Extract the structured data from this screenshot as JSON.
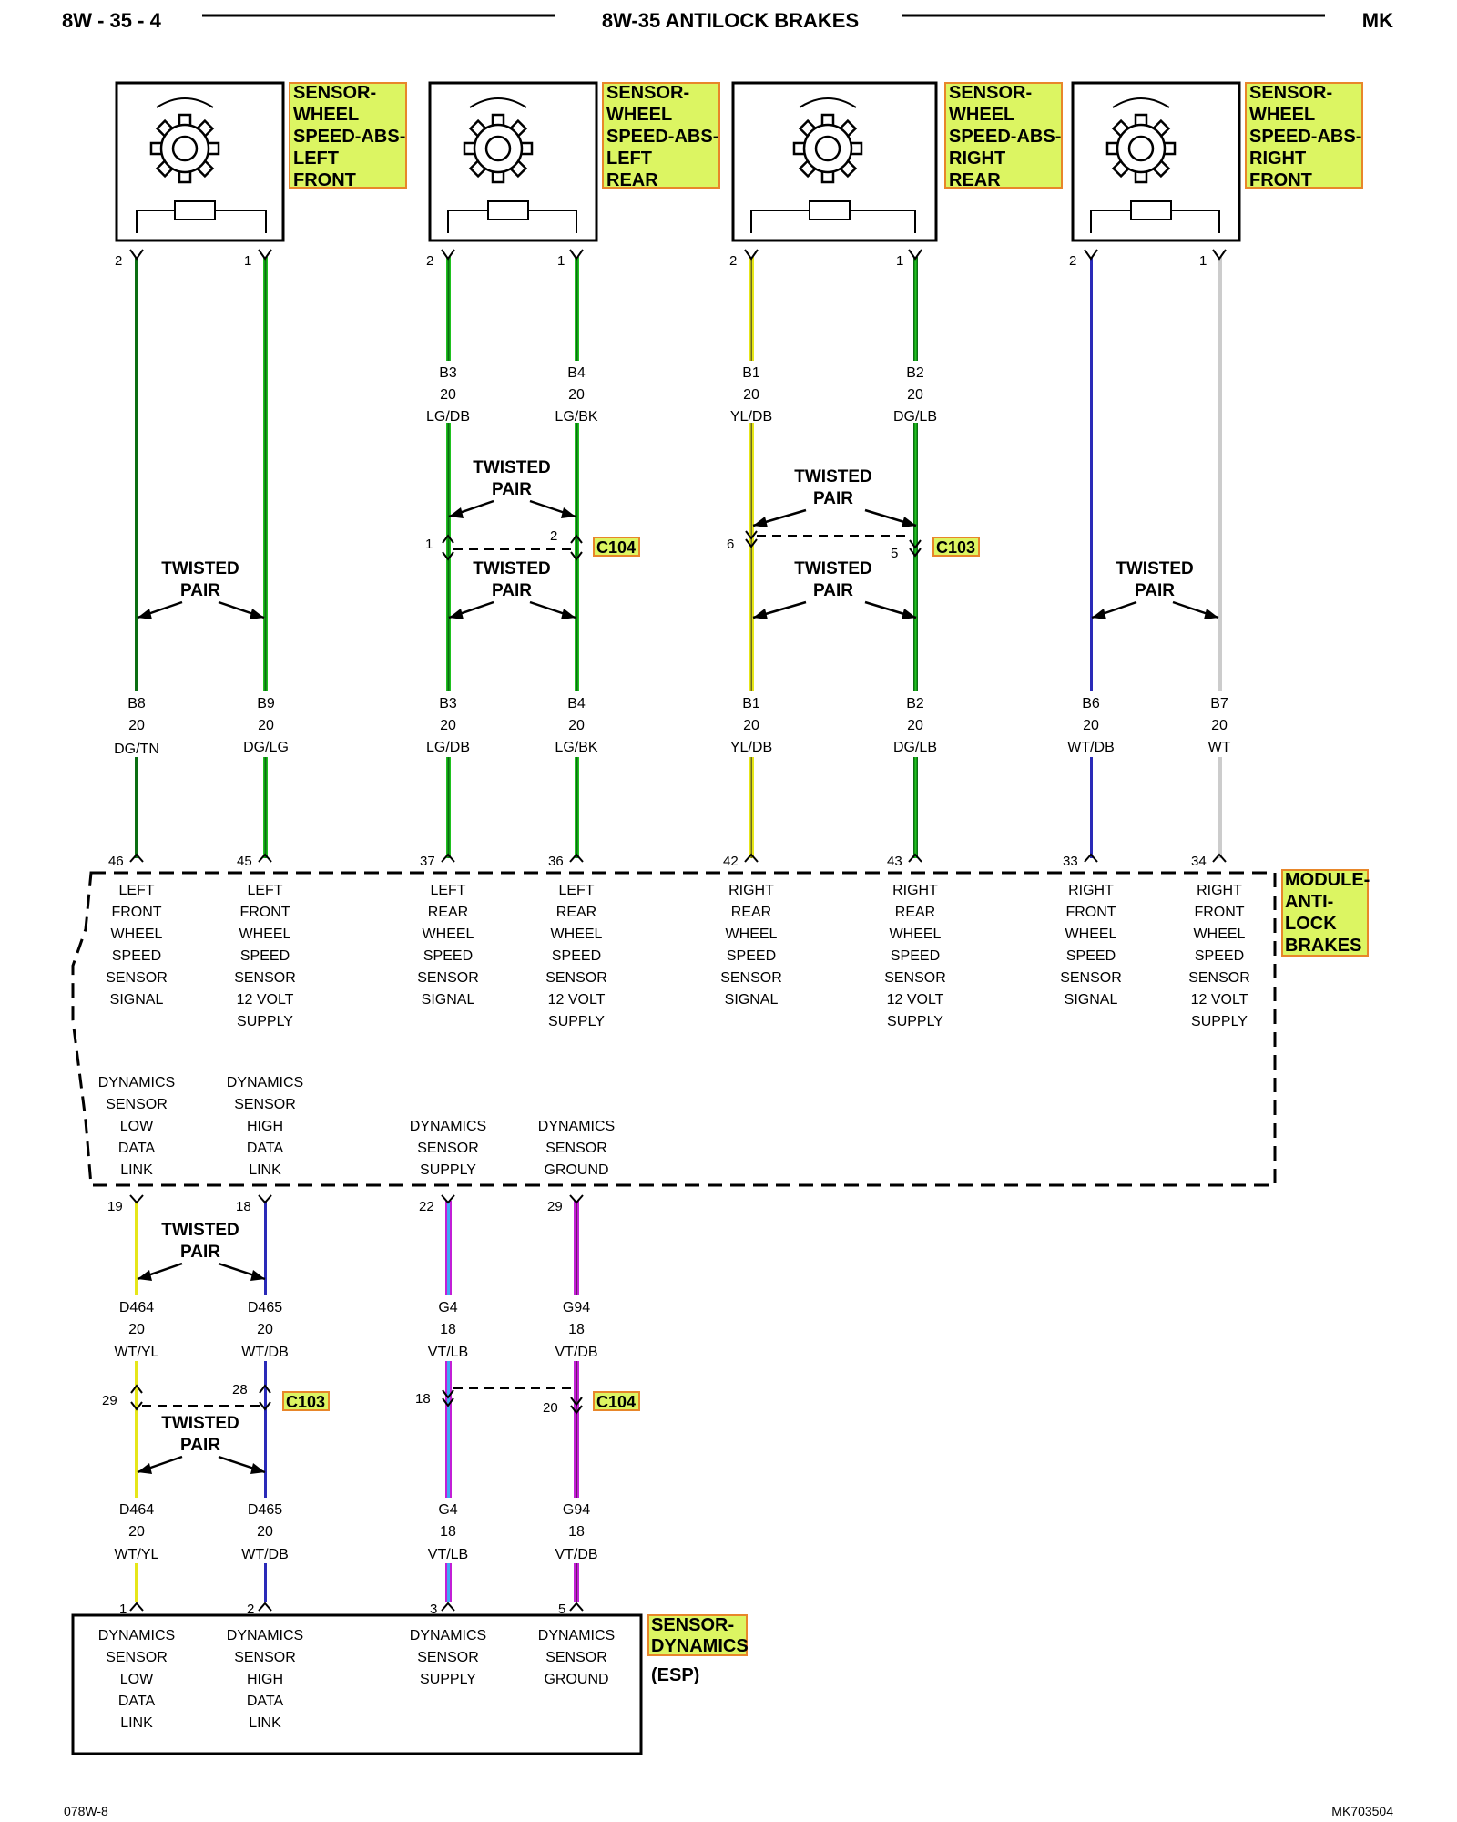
{
  "header": {
    "page_left": "8W - 35 - 4",
    "title": "8W-35 ANTILOCK BRAKES",
    "page_right": "MK"
  },
  "footer": {
    "left_code": "078W-8",
    "right_code": "MK703504"
  },
  "sensors": [
    {
      "label": [
        "SENSOR-",
        "WHEEL",
        "SPEED-ABS-",
        "LEFT",
        "FRONT"
      ],
      "pins": [
        "2",
        "1"
      ]
    },
    {
      "label": [
        "SENSOR-",
        "WHEEL",
        "SPEED-ABS-",
        "LEFT",
        "REAR"
      ],
      "pins": [
        "2",
        "1"
      ]
    },
    {
      "label": [
        "SENSOR-",
        "WHEEL",
        "SPEED-ABS-",
        "RIGHT",
        "REAR"
      ],
      "pins": [
        "2",
        "1"
      ]
    },
    {
      "label": [
        "SENSOR-",
        "WHEEL",
        "SPEED-ABS-",
        "RIGHT",
        "FRONT"
      ],
      "pins": [
        "2",
        "1"
      ]
    }
  ],
  "upper_wire_labels": [
    {
      "circuit": "B3",
      "gauge": "20",
      "color": "LG/DB"
    },
    {
      "circuit": "B4",
      "gauge": "20",
      "color": "LG/BK"
    },
    {
      "circuit": "B1",
      "gauge": "20",
      "color": "YL/DB"
    },
    {
      "circuit": "B2",
      "gauge": "20",
      "color": "DG/LB"
    }
  ],
  "connectors": [
    {
      "name": "C104",
      "pins": [
        "1",
        "2"
      ]
    },
    {
      "name": "C103",
      "pins": [
        "6",
        "5"
      ]
    },
    {
      "name": "C103",
      "pins": [
        "29",
        "28"
      ]
    },
    {
      "name": "C104",
      "pins": [
        "18",
        "20"
      ]
    }
  ],
  "twisted_pair": [
    "TWISTED",
    "PAIR"
  ],
  "mid_wire_labels": [
    {
      "circuit": "B8",
      "gauge": "20",
      "color": "DG/TN"
    },
    {
      "circuit": "B9",
      "gauge": "20",
      "color": "DG/LG"
    },
    {
      "circuit": "B3",
      "gauge": "20",
      "color": "LG/DB"
    },
    {
      "circuit": "B4",
      "gauge": "20",
      "color": "LG/BK"
    },
    {
      "circuit": "B1",
      "gauge": "20",
      "color": "YL/DB"
    },
    {
      "circuit": "B2",
      "gauge": "20",
      "color": "DG/LB"
    },
    {
      "circuit": "B6",
      "gauge": "20",
      "color": "WT/DB"
    },
    {
      "circuit": "B7",
      "gauge": "20",
      "color": "WT"
    }
  ],
  "module": {
    "label": [
      "MODULE-",
      "ANTI-",
      "LOCK",
      "BRAKES"
    ],
    "top_pins": [
      "46",
      "45",
      "37",
      "36",
      "42",
      "43",
      "33",
      "34"
    ],
    "top_functions": [
      [
        "LEFT",
        "FRONT",
        "WHEEL",
        "SPEED",
        "SENSOR",
        "SIGNAL"
      ],
      [
        "LEFT",
        "FRONT",
        "WHEEL",
        "SPEED",
        "SENSOR",
        "12 VOLT",
        "SUPPLY"
      ],
      [
        "LEFT",
        "REAR",
        "WHEEL",
        "SPEED",
        "SENSOR",
        "SIGNAL"
      ],
      [
        "LEFT",
        "REAR",
        "WHEEL",
        "SPEED",
        "SENSOR",
        "12 VOLT",
        "SUPPLY"
      ],
      [
        "RIGHT",
        "REAR",
        "WHEEL",
        "SPEED",
        "SENSOR",
        "SIGNAL"
      ],
      [
        "RIGHT",
        "REAR",
        "WHEEL",
        "SPEED",
        "SENSOR",
        "12 VOLT",
        "SUPPLY"
      ],
      [
        "RIGHT",
        "FRONT",
        "WHEEL",
        "SPEED",
        "SENSOR",
        "SIGNAL"
      ],
      [
        "RIGHT",
        "FRONT",
        "WHEEL",
        "SPEED",
        "SENSOR",
        "12 VOLT",
        "SUPPLY"
      ]
    ],
    "bottom_pins": [
      "19",
      "18",
      "22",
      "29"
    ],
    "bottom_functions": [
      [
        "DYNAMICS",
        "SENSOR",
        "LOW",
        "DATA",
        "LINK"
      ],
      [
        "DYNAMICS",
        "SENSOR",
        "HIGH",
        "DATA",
        "LINK"
      ],
      [
        "DYNAMICS",
        "SENSOR",
        "SUPPLY"
      ],
      [
        "DYNAMICS",
        "SENSOR",
        "GROUND"
      ]
    ]
  },
  "lower_wire_labels": [
    {
      "circuit": "D464",
      "gauge": "20",
      "color": "WT/YL"
    },
    {
      "circuit": "D465",
      "gauge": "20",
      "color": "WT/DB"
    },
    {
      "circuit": "G4",
      "gauge": "18",
      "color": "VT/LB"
    },
    {
      "circuit": "G94",
      "gauge": "18",
      "color": "VT/DB"
    }
  ],
  "dynamics_sensor": {
    "label": [
      "SENSOR-",
      "DYNAMICS"
    ],
    "sub_label": "(ESP)",
    "pins": [
      "1",
      "2",
      "3",
      "5"
    ],
    "functions": [
      [
        "DYNAMICS",
        "SENSOR",
        "LOW",
        "DATA",
        "LINK"
      ],
      [
        "DYNAMICS",
        "SENSOR",
        "HIGH",
        "DATA",
        "LINK"
      ],
      [
        "DYNAMICS",
        "SENSOR",
        "SUPPLY"
      ],
      [
        "DYNAMICS",
        "SENSOR",
        "GROUND"
      ]
    ]
  },
  "colors": {
    "label_fill": "#dcf562",
    "label_border": "#e8862a",
    "wire_dark_green": "#0b6e12",
    "wire_green": "#1fc21f",
    "wire_yellow": "#e6e619",
    "wire_blue": "#2a2ab8",
    "wire_light_gray": "#cccccc",
    "wire_violet": "#c21fd6",
    "wire_light_blue": "#3fa9f5"
  }
}
